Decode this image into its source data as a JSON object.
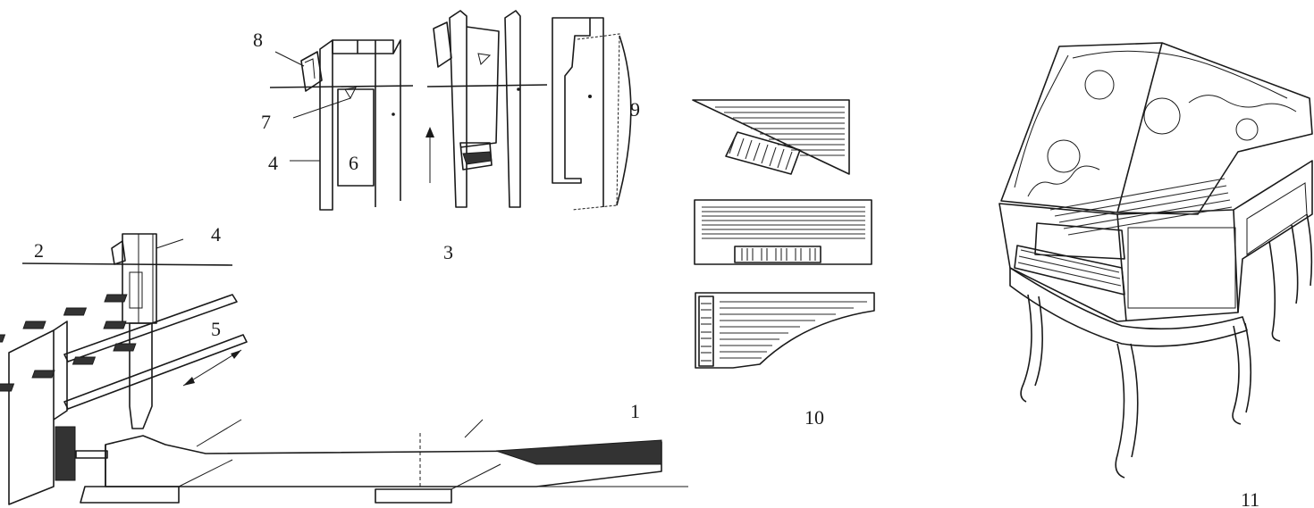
{
  "labels": {
    "n1": "1",
    "n2": "2",
    "n3": "3",
    "n4a": "4",
    "n4b": "4",
    "n5": "5",
    "n6": "6",
    "n7": "7",
    "n8": "8",
    "n9": "9",
    "n10": "10",
    "n11": "11"
  },
  "colors": {
    "ink": "#1a1a1a",
    "paper": "#ffffff",
    "shade": "#333333"
  }
}
